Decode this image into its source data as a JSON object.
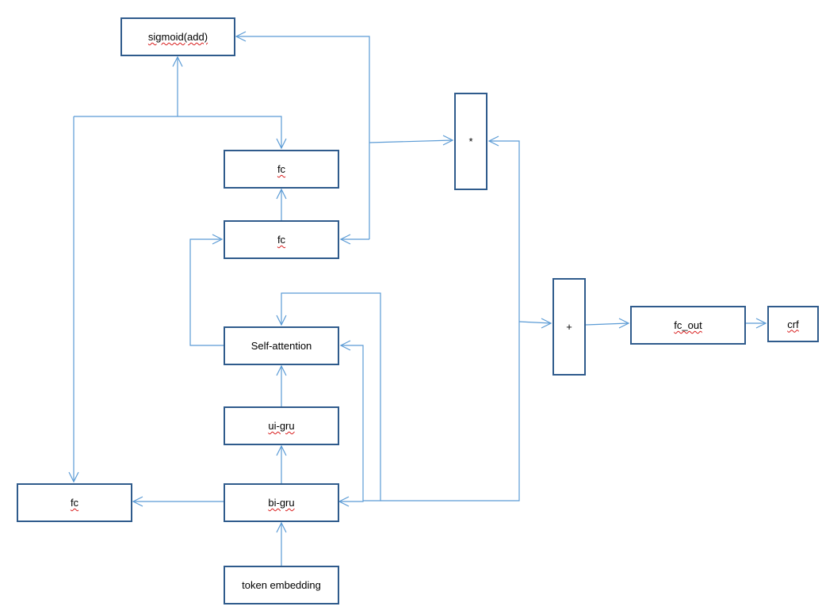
{
  "nodes": {
    "sigmoid": "sigmoid(add)",
    "fc_top": "fc",
    "fc_mid": "fc",
    "multiply": "*",
    "add": "+",
    "fc_out": "fc_out",
    "crf": "crf",
    "self_attention": "Self-attention",
    "ui_gru": "ui-gru",
    "fc_left": "fc",
    "bi_gru": "bi-gru",
    "token_embedding": "token embedding"
  },
  "colors": {
    "connector": "#5b9bd5",
    "box_border": "#2f5b8c",
    "spellcheck": "#d81b1b"
  }
}
